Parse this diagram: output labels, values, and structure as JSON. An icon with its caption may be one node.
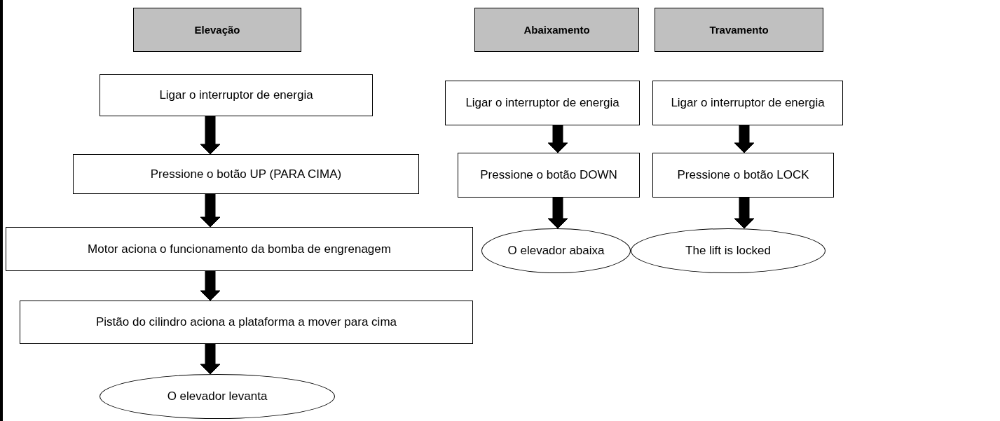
{
  "diagram": {
    "nodes": [
      {
        "text": [
          "Elevação"
        ]
      },
      {
        "text": [
          "Ligar o interruptor de energia"
        ]
      },
      {
        "text": [
          "Pressione o botão UP (PARA CIMA)"
        ]
      },
      {
        "text": [
          "Motor aciona o funcionamento da bomba de engrenagem"
        ]
      },
      {
        "text": [
          "Pistão do cilindro aciona a plataforma a mover para cima"
        ]
      },
      {
        "text": [
          "O elevador levanta"
        ]
      },
      {
        "text": [
          "Abaixamento"
        ]
      },
      {
        "text": [
          "Ligar o interruptor de energia"
        ]
      },
      {
        "text": [
          "Pressione o botão DOWN"
        ]
      },
      {
        "text": [
          "O elevador abaixa"
        ]
      },
      {
        "text": [
          "Travamento"
        ]
      },
      {
        "text": [
          "Ligar o interruptor de energia"
        ]
      },
      {
        "text": [
          "Pressione o botão LOCK"
        ]
      },
      {
        "text": [
          "The lift is locked"
        ]
      }
    ],
    "edges": [
      {
        "from": 1,
        "to": 2,
        "arrow": "to",
        "style": "thick"
      },
      {
        "from": 2,
        "to": 3,
        "arrow": "to",
        "style": "thick"
      },
      {
        "from": 3,
        "to": 4,
        "arrow": "to",
        "style": "thick"
      },
      {
        "from": 4,
        "to": 5,
        "arrow": "to",
        "style": "thick"
      },
      {
        "from": 7,
        "to": 8,
        "arrow": "to",
        "style": "thick"
      },
      {
        "from": 8,
        "to": 9,
        "arrow": "to",
        "style": "thick"
      },
      {
        "from": 11,
        "to": 12,
        "arrow": "to",
        "style": "thick"
      },
      {
        "from": 12,
        "to": 13,
        "arrow": "to",
        "style": "thick"
      }
    ]
  }
}
